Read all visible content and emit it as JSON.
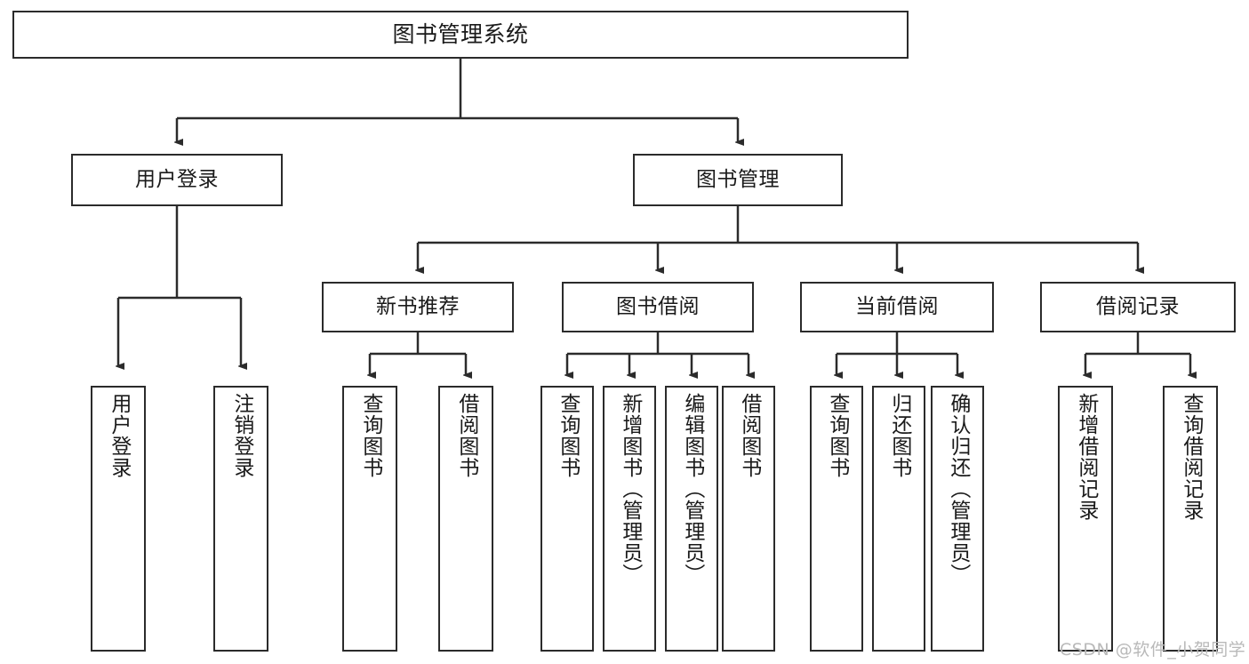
{
  "diagram": {
    "title": "图书管理系统",
    "root": {
      "label": "图书管理系统"
    },
    "level2": [
      {
        "label": "用户登录"
      },
      {
        "label": "图书管理"
      }
    ],
    "level3": [
      {
        "label": "新书推荐"
      },
      {
        "label": "图书借阅"
      },
      {
        "label": "当前借阅"
      },
      {
        "label": "借阅记录"
      }
    ],
    "leaves": {
      "user_login": [
        {
          "label": "用户登录"
        },
        {
          "label": "注销登录"
        }
      ],
      "new_book_recommend": [
        {
          "label": "查询图书"
        },
        {
          "label": "借阅图书"
        }
      ],
      "book_borrow": [
        {
          "label": "查询图书"
        },
        {
          "label": "新增图书（管理员）"
        },
        {
          "label": "编辑图书（管理员）"
        },
        {
          "label": "借阅图书"
        }
      ],
      "current_borrow": [
        {
          "label": "查询图书"
        },
        {
          "label": "归还图书"
        },
        {
          "label": "确认归还（管理员）"
        }
      ],
      "borrow_record": [
        {
          "label": "新增借阅记录"
        },
        {
          "label": "查询借阅记录"
        }
      ]
    }
  },
  "watermark": {
    "text": "CSDN @软件_小贺同学"
  },
  "colors": {
    "border": "#2b2b2b",
    "background": "#ffffff",
    "text": "#1a1a1a",
    "watermark": "#b9b9b9"
  }
}
